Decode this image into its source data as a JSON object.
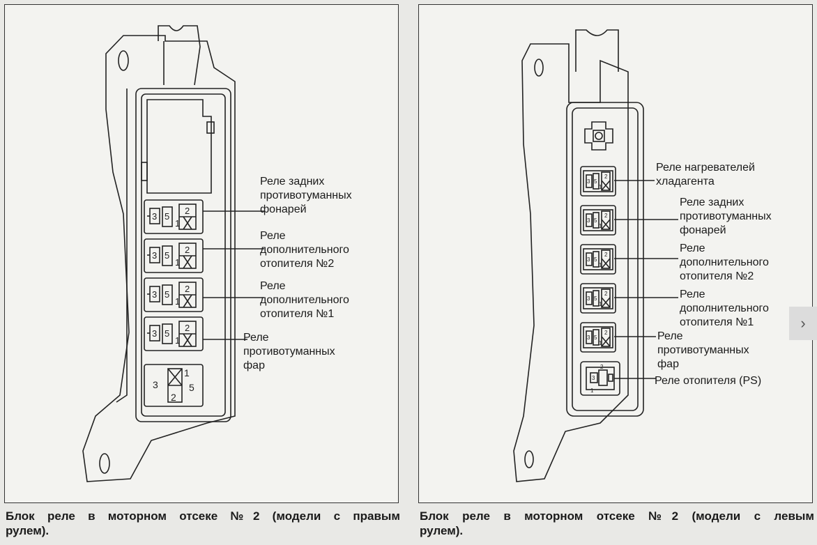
{
  "left_panel": {
    "labels": {
      "rear_fog": "Реле задних\nпротивотуманных\nфонарей",
      "heater2": "Реле\nдополнительного\nотопителя №2",
      "heater1": "Реле\nдополнительного\nотопителя №1",
      "front_fog": "Реле\nпротивотуманных\nфар"
    },
    "pins_small": [
      "3",
      "5",
      "1",
      "2"
    ],
    "pins_large": [
      "3",
      "1",
      "5",
      "2"
    ],
    "caption_line1": "Блок реле в моторном отсеке №2 (модели с правым",
    "caption_line2": "рулем)."
  },
  "right_panel": {
    "labels": {
      "refrigerant": "Реле нагревателей\nхладагента",
      "rear_fog": "Реле задних\nпротивотуманных\nфонарей",
      "heater2": "Реле\nдополнительного\nотопителя №2",
      "heater1": "Реле\nдополнительного\nотопителя №1",
      "front_fog": "Реле\nпротивотуманных\nфар",
      "heater_ps": "Реле отопителя (PS)"
    },
    "pins": [
      "3",
      "5",
      "1",
      "2"
    ],
    "caption_line1": "Блок реле в моторном отсеке №2 (модели с левым",
    "caption_line2": "рулем)."
  },
  "nav": {
    "next_glyph": "›"
  }
}
